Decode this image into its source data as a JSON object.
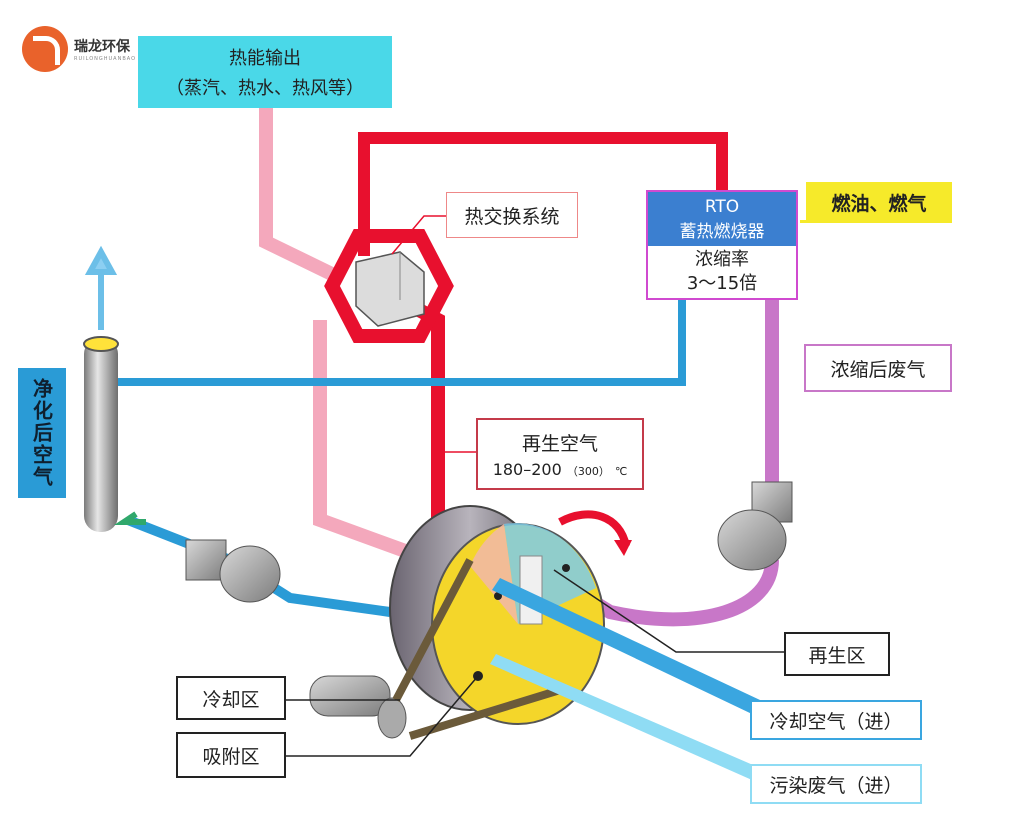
{
  "logo": {
    "name": "瑞龙环保",
    "subtitle": "RUILONGHUANBAO"
  },
  "labels": {
    "heat_output": {
      "line1": "热能输出",
      "line2": "（蒸汽、热水、热风等）"
    },
    "heat_exchange": "热交换系统",
    "rto": {
      "title": "RTO",
      "subtitle": "蓄热燃烧器",
      "ratio_label": "浓缩率",
      "ratio_value": "3～15倍"
    },
    "fuel": "燃油、燃气",
    "concentrated_exhaust": "浓缩后废气",
    "purified_air": "净化后空气",
    "regen_air": {
      "title": "再生空气",
      "temp": "180–200",
      "temp_note": "（300）",
      "unit": "℃"
    },
    "regen_zone": "再生区",
    "cooling_zone": "冷却区",
    "adsorption_zone": "吸附区",
    "cooling_air_in": "冷却空气（进）",
    "polluted_exhaust_in": "污染废气（进）"
  },
  "colors": {
    "red_pipe": "#e8102e",
    "pink_pipe": "#f4a8bc",
    "blue_pipe": "#2a9bd6",
    "purple_pipe": "#c877c8",
    "cyan_box": "#4ad8e8",
    "yellow_wheel": "#f4d62a",
    "fuel_bg": "#f6ea2a",
    "rto_blue": "#3b7fd0"
  }
}
